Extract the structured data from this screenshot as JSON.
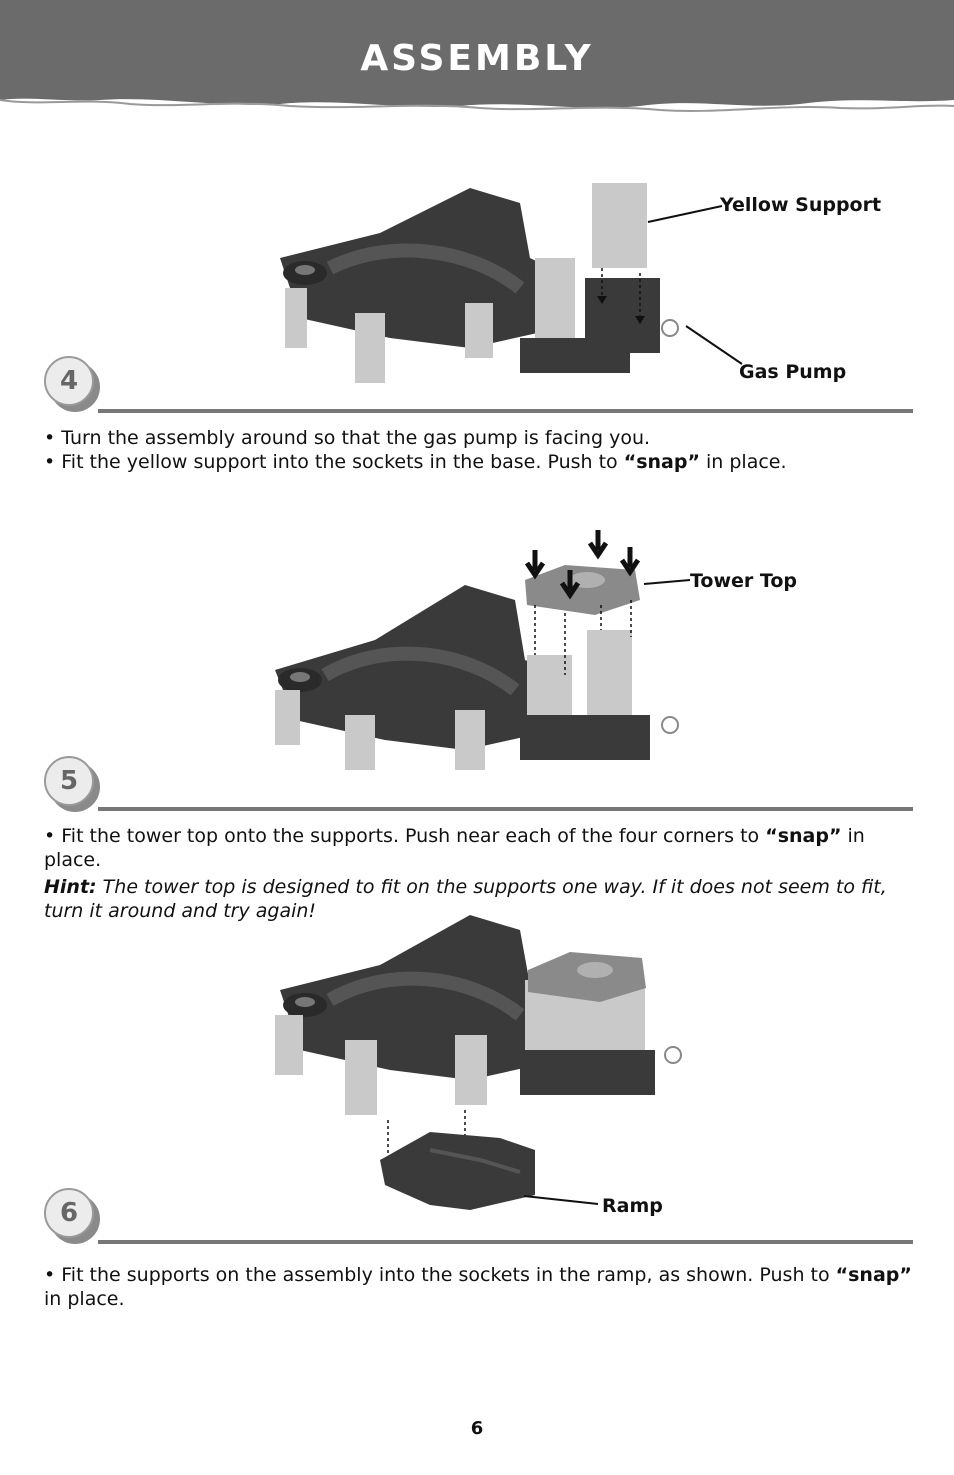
{
  "header": {
    "title": "ASSEMBLY"
  },
  "steps": [
    {
      "number": "4",
      "labels": {
        "a": "Yellow Support",
        "b": "Gas Pump"
      },
      "lines": [
        {
          "text": "• Turn the assembly around so that the gas pump is facing you."
        },
        {
          "before": "• Fit the yellow support into the sockets in the base. Push to ",
          "snap": "“snap”",
          "after": " in place."
        }
      ]
    },
    {
      "number": "5",
      "labels": {
        "a": "Tower Top"
      },
      "lines": [
        {
          "before": "• Fit the tower top onto the supports. Push near each of the four corners to ",
          "snap": "“snap”",
          "after": " in place."
        }
      ],
      "hint": {
        "label": "Hint:",
        "text": " The tower top is designed to fit on the supports one way. If it does not seem to fit, turn it around and try again!"
      }
    },
    {
      "number": "6",
      "labels": {
        "a": "Ramp"
      },
      "lines": [
        {
          "before": "• Fit the supports on the assembly into the sockets in the ramp, as shown. Push to ",
          "snap": "“snap”",
          "after": " in place."
        }
      ]
    }
  ],
  "footer": {
    "page": "6"
  },
  "colors": {
    "header": "#6b6b6b",
    "rule": "#777777",
    "dark_part": "#3a3a3a",
    "light_part": "#c9c9c9"
  }
}
